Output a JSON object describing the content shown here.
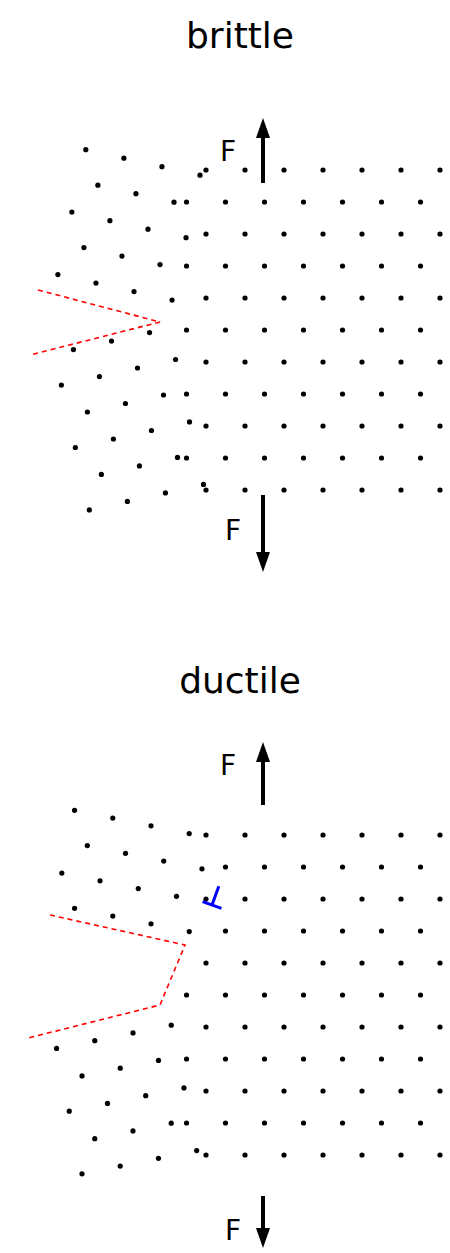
{
  "diagram": {
    "labels": [
      "brittle",
      "F",
      "F",
      "ductile",
      "F",
      "F"
    ]
  }
}
